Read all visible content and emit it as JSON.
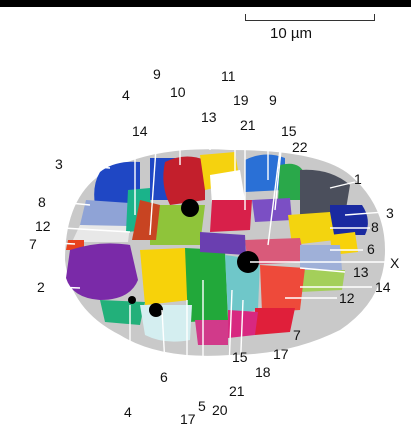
{
  "scale_bar": {
    "label": "10 µm"
  },
  "labels": [
    {
      "id": "l9a",
      "text": "9"
    },
    {
      "id": "l10",
      "text": "10"
    },
    {
      "id": "l11",
      "text": "11"
    },
    {
      "id": "l19",
      "text": "19"
    },
    {
      "id": "l9b",
      "text": "9"
    },
    {
      "id": "l4a",
      "text": "4"
    },
    {
      "id": "l14a",
      "text": "14"
    },
    {
      "id": "l13a",
      "text": "13"
    },
    {
      "id": "l21a",
      "text": "21"
    },
    {
      "id": "l15a",
      "text": "15"
    },
    {
      "id": "l22",
      "text": "22"
    },
    {
      "id": "l3a",
      "text": "3"
    },
    {
      "id": "l1",
      "text": "1"
    },
    {
      "id": "l8a",
      "text": "8"
    },
    {
      "id": "l3b",
      "text": "3"
    },
    {
      "id": "l8b",
      "text": "8"
    },
    {
      "id": "l12a",
      "text": "12"
    },
    {
      "id": "l7a",
      "text": "7"
    },
    {
      "id": "l6a",
      "text": "6"
    },
    {
      "id": "lX",
      "text": "X"
    },
    {
      "id": "l13b",
      "text": "13"
    },
    {
      "id": "l2",
      "text": "2"
    },
    {
      "id": "l14b",
      "text": "14"
    },
    {
      "id": "l12b",
      "text": "12"
    },
    {
      "id": "l7b",
      "text": "7"
    },
    {
      "id": "l17a",
      "text": "17"
    },
    {
      "id": "l15b",
      "text": "15"
    },
    {
      "id": "l18",
      "text": "18"
    },
    {
      "id": "l6b",
      "text": "6"
    },
    {
      "id": "l21b",
      "text": "21"
    },
    {
      "id": "l4b",
      "text": "4"
    },
    {
      "id": "l5",
      "text": "5"
    },
    {
      "id": "l20",
      "text": "20"
    },
    {
      "id": "l17b",
      "text": "17"
    }
  ]
}
